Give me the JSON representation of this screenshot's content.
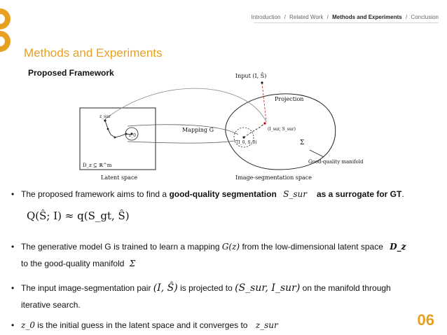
{
  "nav": {
    "items": [
      "Introduction",
      "Related Work",
      "Methods and Experiments",
      "Conclusion"
    ],
    "active_index": 2,
    "separator": "/"
  },
  "slide": {
    "title": "Methods and Experiments",
    "subtitle": "Proposed Framework",
    "page_number": "06"
  },
  "diagram": {
    "input_label": "Input (I, Ŝ)",
    "projection_label": "Projection",
    "mapping_label": "Mapping G",
    "surrogate_point": "(I_sur, S_sur)",
    "init_point": "(I_0, S_0)",
    "z_sur": "z_sur",
    "z_0": "z_0",
    "sigma": "Σ",
    "latent_domain": "D_z ⊆ ℝ^m",
    "manifold_label": "Good-quality manifold",
    "latent_caption": "Latent space",
    "image_caption": "Image-segmentation space"
  },
  "bullets": {
    "b1_pre": "The proposed framework aims to find a ",
    "b1_bold": "good-quality segmentation",
    "b1_math": "S_sur",
    "b1_post": "as a surrogate for GT",
    "b1_end": ".",
    "formula": "Q(Ŝ; I) ≈ q(S_gt, Ŝ)",
    "b2_pre": "The generative model G is trained to learn a mapping ",
    "b2_math": "G(z)",
    "b2_post": " from the low-dimensional latent space ",
    "b2_math2": "D_z",
    "b2_line2": "to the good-quality manifold ",
    "b2_math3": "Σ",
    "b3_pre": "The input image-segmentation pair ",
    "b3_math": "(I, Ŝ)",
    "b3_mid": " is projected to ",
    "b3_math2": "(S_sur, I_sur)",
    "b3_post": " on the manifold through",
    "b3_line2": "iterative search.",
    "b4_math": "z_0",
    "b4_text": " is the initial guess in the latent space and it converges to ",
    "b4_math2": "z_sur"
  },
  "colors": {
    "accent": "#e8a020"
  }
}
